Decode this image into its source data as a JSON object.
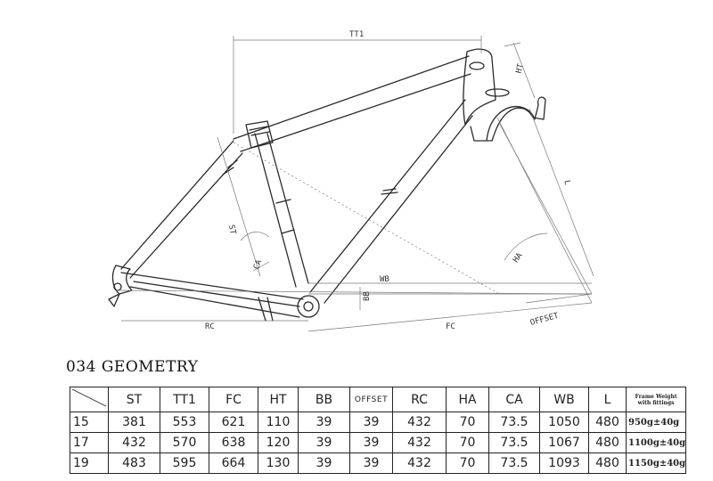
{
  "dimension_labels": {
    "tt1": "TT1",
    "ht": "HT",
    "st": "ST",
    "ca": "CA",
    "l": "L",
    "ha": "HA",
    "wb": "WB",
    "bb": "BB",
    "rc": "RC",
    "fc": "FC",
    "offset": "OFFSET"
  },
  "geometry": {
    "title": "034 GEOMETRY",
    "columns": [
      "ST",
      "TT1",
      "FC",
      "HT",
      "BB",
      "OFFSET",
      "RC",
      "HA",
      "CA",
      "WB",
      "L"
    ],
    "weight_header_line1": "Frame Weight",
    "weight_header_line2": "with fittings",
    "rows": [
      {
        "size": "15",
        "ST": "381",
        "TT1": "553",
        "FC": "621",
        "HT": "110",
        "BB": "39",
        "OFFSET": "39",
        "RC": "432",
        "HA": "70",
        "CA": "73.5",
        "WB": "1050",
        "L": "480",
        "weight": "950g±40g"
      },
      {
        "size": "17",
        "ST": "432",
        "TT1": "570",
        "FC": "638",
        "HT": "120",
        "BB": "39",
        "OFFSET": "39",
        "RC": "432",
        "HA": "70",
        "CA": "73.5",
        "WB": "1067",
        "L": "480",
        "weight": "1100g±40g"
      },
      {
        "size": "19",
        "ST": "483",
        "TT1": "595",
        "FC": "664",
        "HT": "130",
        "BB": "39",
        "OFFSET": "39",
        "RC": "432",
        "HA": "70",
        "CA": "73.5",
        "WB": "1093",
        "L": "480",
        "weight": "1150g±40g"
      }
    ]
  }
}
